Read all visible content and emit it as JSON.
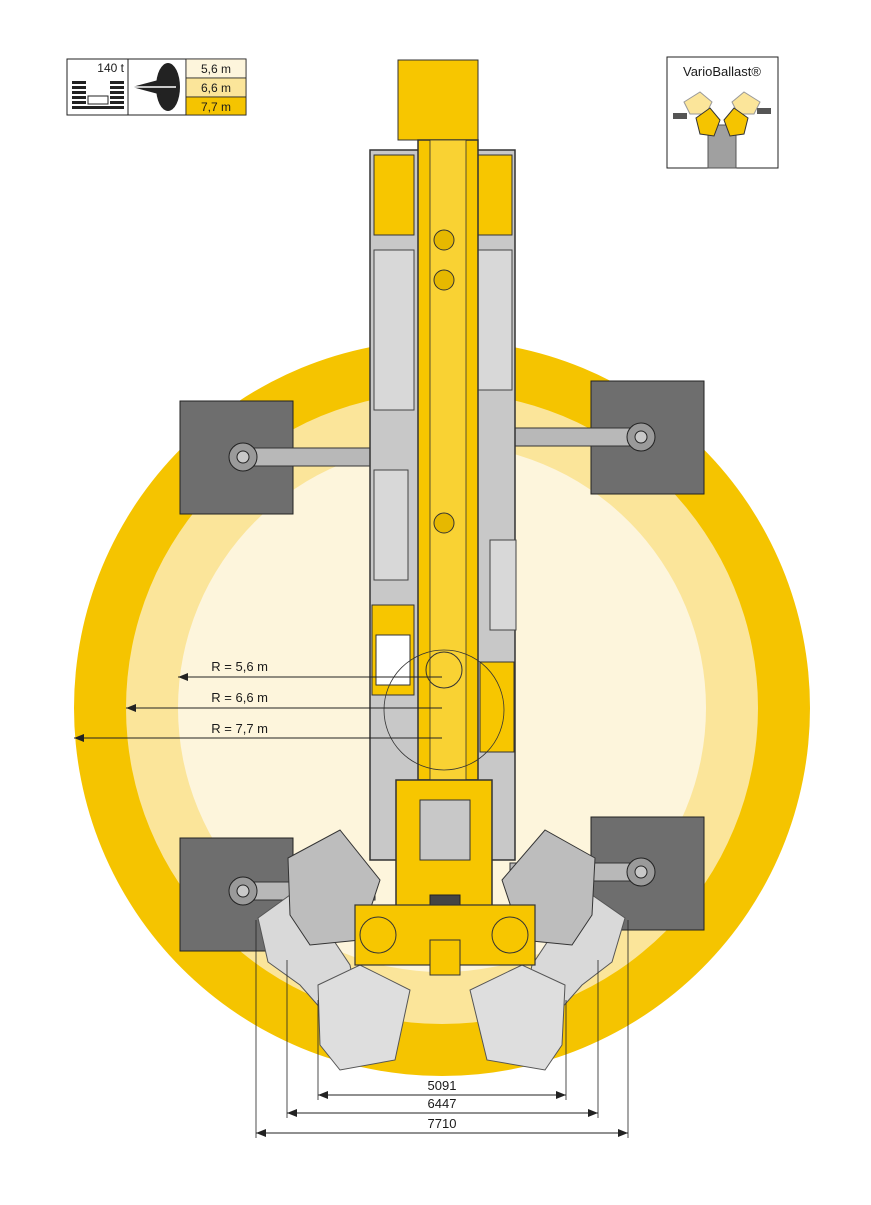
{
  "legend": {
    "weight_label": "140 t",
    "radius_options": [
      "5,6 m",
      "6,6 m",
      "7,7 m"
    ],
    "selected_index": 2
  },
  "vario_ballast": {
    "label": "VarioBallast®"
  },
  "radii": {
    "small": "R = 5,6 m",
    "medium": "R = 6,6 m",
    "large": "R = 7,7 m"
  },
  "dimensions": {
    "inner": "5091",
    "middle": "6447",
    "outer": "7710"
  },
  "colors": {
    "ring_outer": "#f5c400",
    "ring_middle": "#fbe59a",
    "ring_inner": "#fdf5dc",
    "crane_yellow": "#f7c600",
    "machine_gray": "#c8c8c8",
    "pad_gray": "#6e6e6e",
    "ballast_light": "#d9d9d9",
    "ballast_dark": "#bdbdbd"
  }
}
